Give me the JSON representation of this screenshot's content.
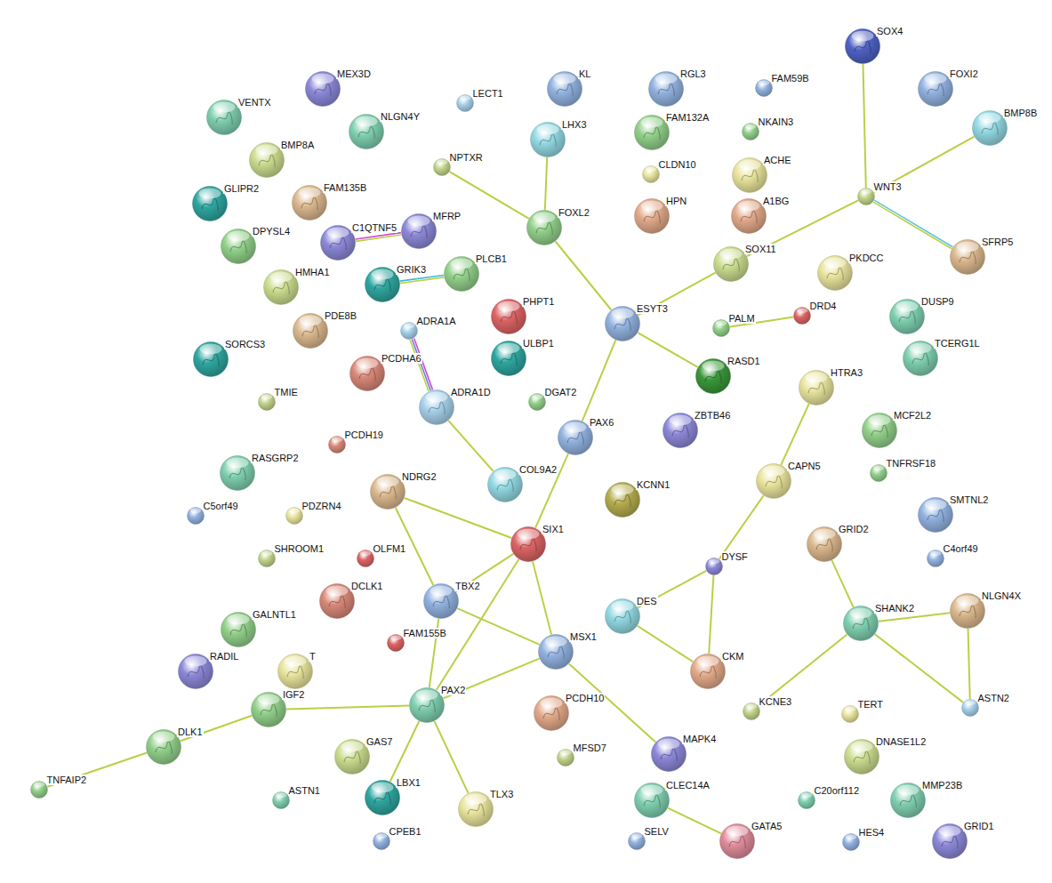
{
  "diagram": {
    "nodes": [
      {
        "text": [
          "VENTX"
        ]
      },
      {
        "text": [
          "MEX3D"
        ]
      },
      {
        "text": [
          "NLGN4Y"
        ]
      },
      {
        "text": [
          "LECT1"
        ]
      },
      {
        "text": [
          "KL"
        ]
      },
      {
        "text": [
          "RGL3"
        ]
      },
      {
        "text": [
          "FAM59B"
        ]
      },
      {
        "text": [
          "SOX4"
        ]
      },
      {
        "text": [
          "FOXI2"
        ]
      },
      {
        "text": [
          "BMP8A"
        ]
      },
      {
        "text": [
          "GLIPR2"
        ]
      },
      {
        "text": [
          "FAM135B"
        ]
      },
      {
        "text": [
          "LHX3"
        ]
      },
      {
        "text": [
          "FAM132A"
        ]
      },
      {
        "text": [
          "NKAIN3"
        ]
      },
      {
        "text": [
          "BMP8B"
        ]
      },
      {
        "text": [
          "NPTXR"
        ]
      },
      {
        "text": [
          "CLDN10"
        ]
      },
      {
        "text": [
          "ACHE"
        ]
      },
      {
        "text": [
          "WNT3"
        ]
      },
      {
        "text": [
          "DPYSL4"
        ]
      },
      {
        "text": [
          "C1QTNF5"
        ]
      },
      {
        "text": [
          "MFRP"
        ]
      },
      {
        "text": [
          "FOXL2"
        ]
      },
      {
        "text": [
          "HPN"
        ]
      },
      {
        "text": [
          "A1BG"
        ]
      },
      {
        "text": [
          "SFRP5"
        ]
      },
      {
        "text": [
          "SOX11"
        ]
      },
      {
        "text": [
          "PKDCC"
        ]
      },
      {
        "text": [
          "HMHA1"
        ]
      },
      {
        "text": [
          "GRIK3"
        ]
      },
      {
        "text": [
          "PLCB1"
        ]
      },
      {
        "text": [
          "PHPT1"
        ]
      },
      {
        "text": [
          "ESYT3"
        ]
      },
      {
        "text": [
          "PALM"
        ]
      },
      {
        "text": [
          "DRD4"
        ]
      },
      {
        "text": [
          "DUSP9"
        ]
      },
      {
        "text": [
          "SORCS3"
        ]
      },
      {
        "text": [
          "PDE8B"
        ]
      },
      {
        "text": [
          "ADRA1A"
        ]
      },
      {
        "text": [
          "ULBP1"
        ]
      },
      {
        "text": [
          "RASD1"
        ]
      },
      {
        "text": [
          "TCERG1L"
        ]
      },
      {
        "text": [
          "TMIE"
        ]
      },
      {
        "text": [
          "PCDHA6"
        ]
      },
      {
        "text": [
          "DGAT2"
        ]
      },
      {
        "text": [
          "ADRA1D"
        ]
      },
      {
        "text": [
          "ZBTB46"
        ]
      },
      {
        "text": [
          "HTRA3"
        ]
      },
      {
        "text": [
          "MCF2L2"
        ]
      },
      {
        "text": [
          "PCDH19"
        ]
      },
      {
        "text": [
          "PAX6"
        ]
      },
      {
        "text": [
          "RASGRP2"
        ]
      },
      {
        "text": [
          "TNFRSF18"
        ]
      },
      {
        "text": [
          "COL9A2"
        ]
      },
      {
        "text": [
          "NDRG2"
        ]
      },
      {
        "text": [
          "KCNN1"
        ]
      },
      {
        "text": [
          "CAPN5"
        ]
      },
      {
        "text": [
          "C5orf49"
        ]
      },
      {
        "text": [
          "PDZRN4"
        ]
      },
      {
        "text": [
          "SMTNL2"
        ]
      },
      {
        "text": [
          "SIX1"
        ]
      },
      {
        "text": [
          "GRID2"
        ]
      },
      {
        "text": [
          "SHROOM1"
        ]
      },
      {
        "text": [
          "OLFM1"
        ]
      },
      {
        "text": [
          "C4orf49"
        ]
      },
      {
        "text": [
          "DYSF"
        ]
      },
      {
        "text": [
          "DCLK1"
        ]
      },
      {
        "text": [
          "TBX2"
        ]
      },
      {
        "text": [
          "DES"
        ]
      },
      {
        "text": [
          "SHANK2"
        ]
      },
      {
        "text": [
          "NLGN4X"
        ]
      },
      {
        "text": [
          "GALNTL1"
        ]
      },
      {
        "text": [
          "FAM155B"
        ]
      },
      {
        "text": [
          "MSX1"
        ]
      },
      {
        "text": [
          "RADIL"
        ]
      },
      {
        "text": [
          "T"
        ]
      },
      {
        "text": [
          "CKM"
        ]
      },
      {
        "text": [
          "ASTN2"
        ]
      },
      {
        "text": [
          "IGF2"
        ]
      },
      {
        "text": [
          "PAX2"
        ]
      },
      {
        "text": [
          "PCDH10"
        ]
      },
      {
        "text": [
          "KCNE3"
        ]
      },
      {
        "text": [
          "TERT"
        ]
      },
      {
        "text": [
          "DLK1"
        ]
      },
      {
        "text": [
          "GAS7"
        ]
      },
      {
        "text": [
          "MFSD7"
        ]
      },
      {
        "text": [
          "MAPK4"
        ]
      },
      {
        "text": [
          "DNASE1L2"
        ]
      },
      {
        "text": [
          "TNFAIP2"
        ]
      },
      {
        "text": [
          "ASTN1"
        ]
      },
      {
        "text": [
          "LBX1"
        ]
      },
      {
        "text": [
          "TLX3"
        ]
      },
      {
        "text": [
          "CLEC14A"
        ]
      },
      {
        "text": [
          "C20orf112"
        ]
      },
      {
        "text": [
          "MMP23B"
        ]
      },
      {
        "text": [
          "GRID1"
        ]
      },
      {
        "text": [
          "CPEB1"
        ]
      },
      {
        "text": [
          "SELV"
        ]
      },
      {
        "text": [
          "GATA5"
        ]
      },
      {
        "text": [
          "HES4"
        ]
      }
    ],
    "edges": [
      {
        "from": 7,
        "to": 19,
        "arrow": "none"
      },
      {
        "from": 15,
        "to": 19,
        "arrow": "none"
      },
      {
        "from": 19,
        "to": 26,
        "arrow": "none"
      },
      {
        "from": 19,
        "to": 27,
        "arrow": "none"
      },
      {
        "from": 27,
        "to": 33,
        "arrow": "none"
      },
      {
        "from": 16,
        "to": 23,
        "arrow": "none"
      },
      {
        "from": 12,
        "to": 23,
        "arrow": "none"
      },
      {
        "from": 23,
        "to": 33,
        "arrow": "none"
      },
      {
        "from": 33,
        "to": 41,
        "arrow": "none"
      },
      {
        "from": 33,
        "to": 51,
        "arrow": "none"
      },
      {
        "from": 51,
        "to": 61,
        "arrow": "none"
      },
      {
        "from": 21,
        "to": 22,
        "arrow": "none"
      },
      {
        "from": 30,
        "to": 31,
        "arrow": "none"
      },
      {
        "from": 39,
        "to": 46,
        "arrow": "none"
      },
      {
        "from": 46,
        "to": 54,
        "arrow": "none"
      },
      {
        "from": 34,
        "to": 35,
        "arrow": "none"
      },
      {
        "from": 48,
        "to": 57,
        "arrow": "none"
      },
      {
        "from": 57,
        "to": 66,
        "arrow": "none"
      },
      {
        "from": 66,
        "to": 69,
        "arrow": "none"
      },
      {
        "from": 66,
        "to": 77,
        "arrow": "none"
      },
      {
        "from": 69,
        "to": 77,
        "arrow": "none"
      },
      {
        "from": 62,
        "to": 70,
        "arrow": "none"
      },
      {
        "from": 70,
        "to": 71,
        "arrow": "none"
      },
      {
        "from": 70,
        "to": 82,
        "arrow": "none"
      },
      {
        "from": 70,
        "to": 78,
        "arrow": "none"
      },
      {
        "from": 71,
        "to": 78,
        "arrow": "none"
      },
      {
        "from": 55,
        "to": 61,
        "arrow": "none"
      },
      {
        "from": 55,
        "to": 68,
        "arrow": "none"
      },
      {
        "from": 61,
        "to": 68,
        "arrow": "none"
      },
      {
        "from": 61,
        "to": 74,
        "arrow": "none"
      },
      {
        "from": 61,
        "to": 80,
        "arrow": "none"
      },
      {
        "from": 68,
        "to": 74,
        "arrow": "none"
      },
      {
        "from": 68,
        "to": 80,
        "arrow": "none"
      },
      {
        "from": 74,
        "to": 80,
        "arrow": "none"
      },
      {
        "from": 74,
        "to": 87,
        "arrow": "none"
      },
      {
        "from": 80,
        "to": 79,
        "arrow": "none"
      },
      {
        "from": 80,
        "to": 91,
        "arrow": "none"
      },
      {
        "from": 80,
        "to": 92,
        "arrow": "none"
      },
      {
        "from": 79,
        "to": 84,
        "arrow": "none"
      },
      {
        "from": 84,
        "to": 89,
        "arrow": "none"
      },
      {
        "from": 93,
        "to": 99,
        "arrow": "none"
      }
    ]
  }
}
